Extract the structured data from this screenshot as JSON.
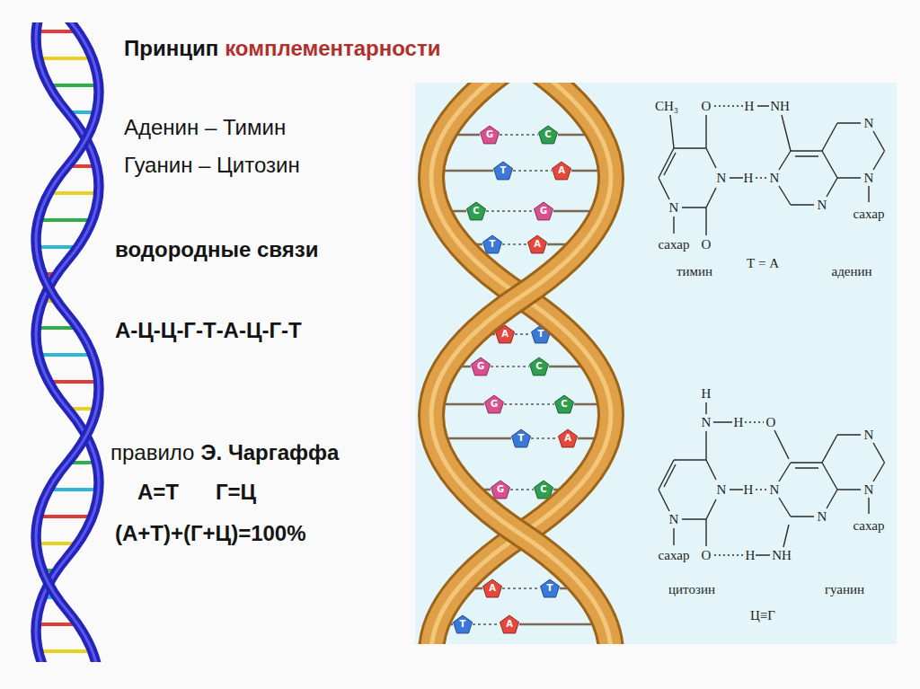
{
  "diagram": {
    "labels": [
      "Принцип",
      "комплементарности",
      "Аденин – Тимин",
      "Гуанин – Цитозин",
      "водородные связи",
      "А-Ц-Ц-Г-Т-А-Ц-Г-Т",
      "правило",
      "Э. Чаргаффа",
      "А=Т",
      "Г=Ц",
      "(А+Т)+(Г+Ц)=100%",
      "CH₃",
      "O",
      "H",
      "NH",
      "N",
      "H",
      "N",
      "N",
      "N",
      "N",
      "N",
      "сахар",
      "O",
      "сахар",
      "тимин",
      "Т = А",
      "аденин",
      "H",
      "N",
      "H",
      "O",
      "N",
      "H",
      "N",
      "N",
      "N",
      "N",
      "N",
      "сахар",
      "O",
      "H",
      "NH",
      "сахар",
      "цитозин",
      "Ц≡Г",
      "гуанин",
      "G",
      "C",
      "T",
      "A",
      "C",
      "G",
      "T",
      "A",
      "A",
      "T",
      "G",
      "C",
      "G",
      "C",
      "T",
      "A",
      "G",
      "C",
      "A",
      "T",
      "T",
      "A"
    ]
  }
}
